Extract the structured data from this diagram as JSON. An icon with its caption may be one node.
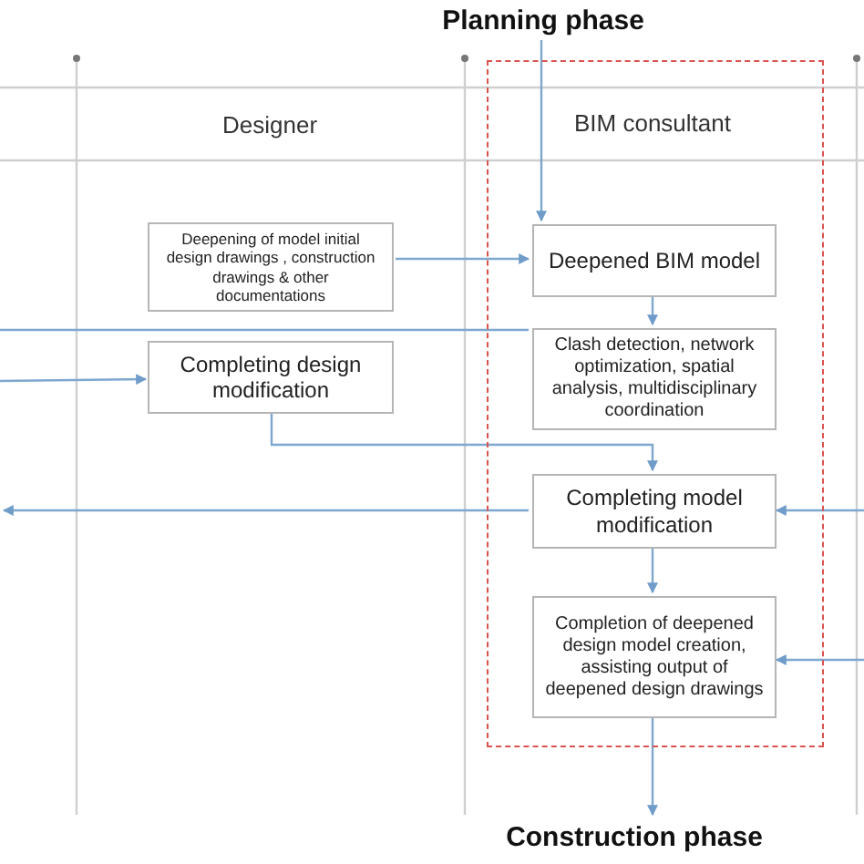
{
  "diagram": {
    "nodes": [
      {
        "text": [
          "Planning phase"
        ]
      },
      {
        "text": [
          "BIM consultant"
        ]
      },
      {
        "text": [
          "Deepening of model initial design drawings , construction drawings & other documentations"
        ]
      },
      {
        "text": [
          "Deepened BIM model"
        ],
        "in": 1
      },
      {
        "text": [
          "Clash detection, network optimization, spatial analysis, multidisciplinary coordination"
        ],
        "in": 1
      },
      {
        "text": [
          "Completing design modification"
        ]
      },
      {
        "text": [
          "Completing model modification"
        ],
        "in": 1
      },
      {
        "text": [
          "Completion of deepened design model creation, assisting output of deepened design drawings"
        ],
        "in": 1
      },
      {
        "text": [
          "Construction phase"
        ]
      }
    ],
    "edges": [
      {
        "from": 0,
        "to": 3,
        "arrow": "to"
      },
      {
        "from": 2,
        "to": 3,
        "arrow": "to"
      },
      {
        "from": 3,
        "to": 4,
        "arrow": "to"
      },
      {
        "from": 4,
        "to": null,
        "arrow": "none"
      },
      {
        "from": null,
        "to": 5,
        "arrow": "to"
      },
      {
        "from": 5,
        "to": 6,
        "arrow": "to"
      },
      {
        "from": 6,
        "to": null,
        "arrow": "to"
      },
      {
        "from": null,
        "to": 6,
        "arrow": "to"
      },
      {
        "from": 6,
        "to": 7,
        "arrow": "to"
      },
      {
        "from": null,
        "to": 7,
        "arrow": "to"
      },
      {
        "from": 7,
        "to": 8,
        "arrow": "to"
      }
    ],
    "labels": [
      "Designer"
    ]
  }
}
